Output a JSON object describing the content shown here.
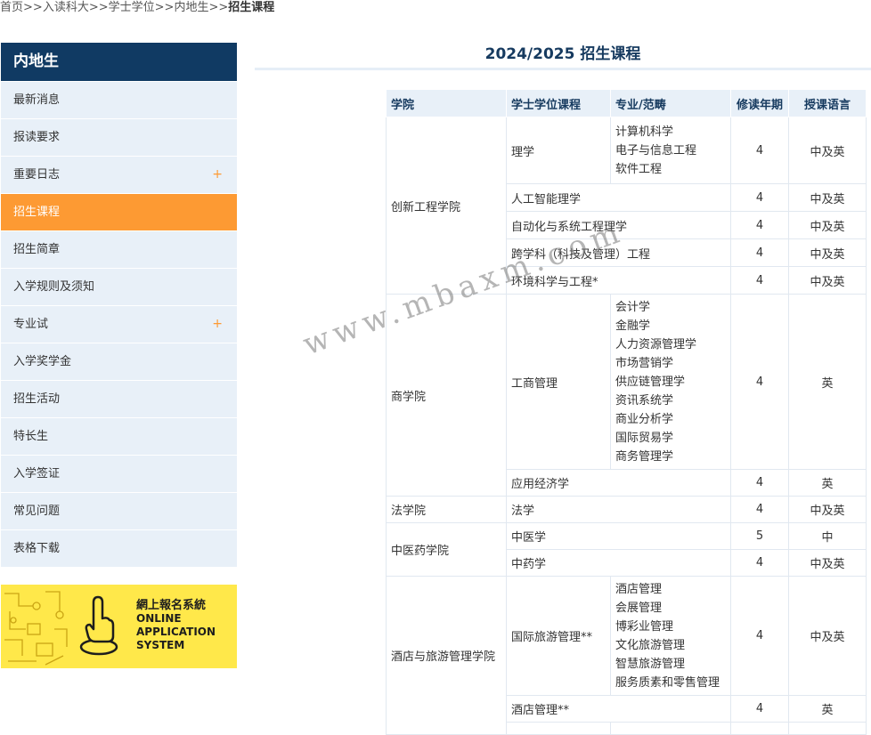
{
  "breadcrumb": {
    "items": [
      "首页",
      "入读科大",
      "学士学位",
      "内地生"
    ],
    "separator": ">>",
    "current": "招生课程"
  },
  "sidebar": {
    "title": "内地生",
    "items": [
      {
        "label": "最新消息"
      },
      {
        "label": "报读要求"
      },
      {
        "label": "重要日志",
        "expandable": "+"
      },
      {
        "label": "招生课程",
        "active": true
      },
      {
        "label": "招生简章"
      },
      {
        "label": "入学规则及须知"
      },
      {
        "label": "专业试",
        "expandable": "+"
      },
      {
        "label": "入学奖学金"
      },
      {
        "label": "招生活动"
      },
      {
        "label": "特长生"
      },
      {
        "label": "入学签证"
      },
      {
        "label": "常见问题"
      },
      {
        "label": "表格下载"
      }
    ]
  },
  "banner": {
    "cn": "網上報名系統",
    "en1": "ONLINE",
    "en2": "APPLICATION",
    "en3": "SYSTEM"
  },
  "main": {
    "title": "2024/2025 招生课程"
  },
  "table": {
    "headers": {
      "faculty": "学院",
      "program": "学士学位课程",
      "major": "专业/范畴",
      "years": "修读年期",
      "language": "授课语言"
    },
    "faculties": [
      {
        "name": "创新工程学院",
        "programs": [
          {
            "name": "理学",
            "majors": [
              "计算机科学",
              "电子与信息工程",
              "软件工程"
            ],
            "years": "4",
            "language": "中及英"
          },
          {
            "name": "人工智能理学",
            "years": "4",
            "language": "中及英"
          },
          {
            "name": "自动化与系统工程理学",
            "years": "4",
            "language": "中及英"
          },
          {
            "name": "跨学科（科技及管理）工程",
            "years": "4",
            "language": "中及英"
          },
          {
            "name": "环境科学与工程*",
            "years": "4",
            "language": "中及英"
          }
        ]
      },
      {
        "name": "商学院",
        "programs": [
          {
            "name": "工商管理",
            "majors": [
              "会计学",
              "金融学",
              "人力资源管理学",
              "市场营销学",
              "供应链管理学",
              "资讯系统学",
              "商业分析学",
              "国际贸易学",
              "商务管理学"
            ],
            "years": "4",
            "language": "英"
          },
          {
            "name": "应用经济学",
            "years": "4",
            "language": "英"
          }
        ]
      },
      {
        "name": "法学院",
        "programs": [
          {
            "name": "法学",
            "years": "4",
            "language": "中及英"
          }
        ]
      },
      {
        "name": "中医药学院",
        "programs": [
          {
            "name": "中医学",
            "years": "5",
            "language": "中"
          },
          {
            "name": "中药学",
            "years": "4",
            "language": "中及英"
          }
        ]
      },
      {
        "name": "酒店与旅游管理学院",
        "programs": [
          {
            "name": "国际旅游管理**",
            "majors": [
              "酒店管理",
              "会展管理",
              "博彩业管理",
              "文化旅游管理",
              "智慧旅游管理",
              "服务质素和零售管理"
            ],
            "years": "4",
            "language": "中及英"
          },
          {
            "name": "酒店管理**",
            "years": "4",
            "language": "英"
          }
        ]
      }
    ]
  },
  "watermark": "www.mbaxm.com"
}
